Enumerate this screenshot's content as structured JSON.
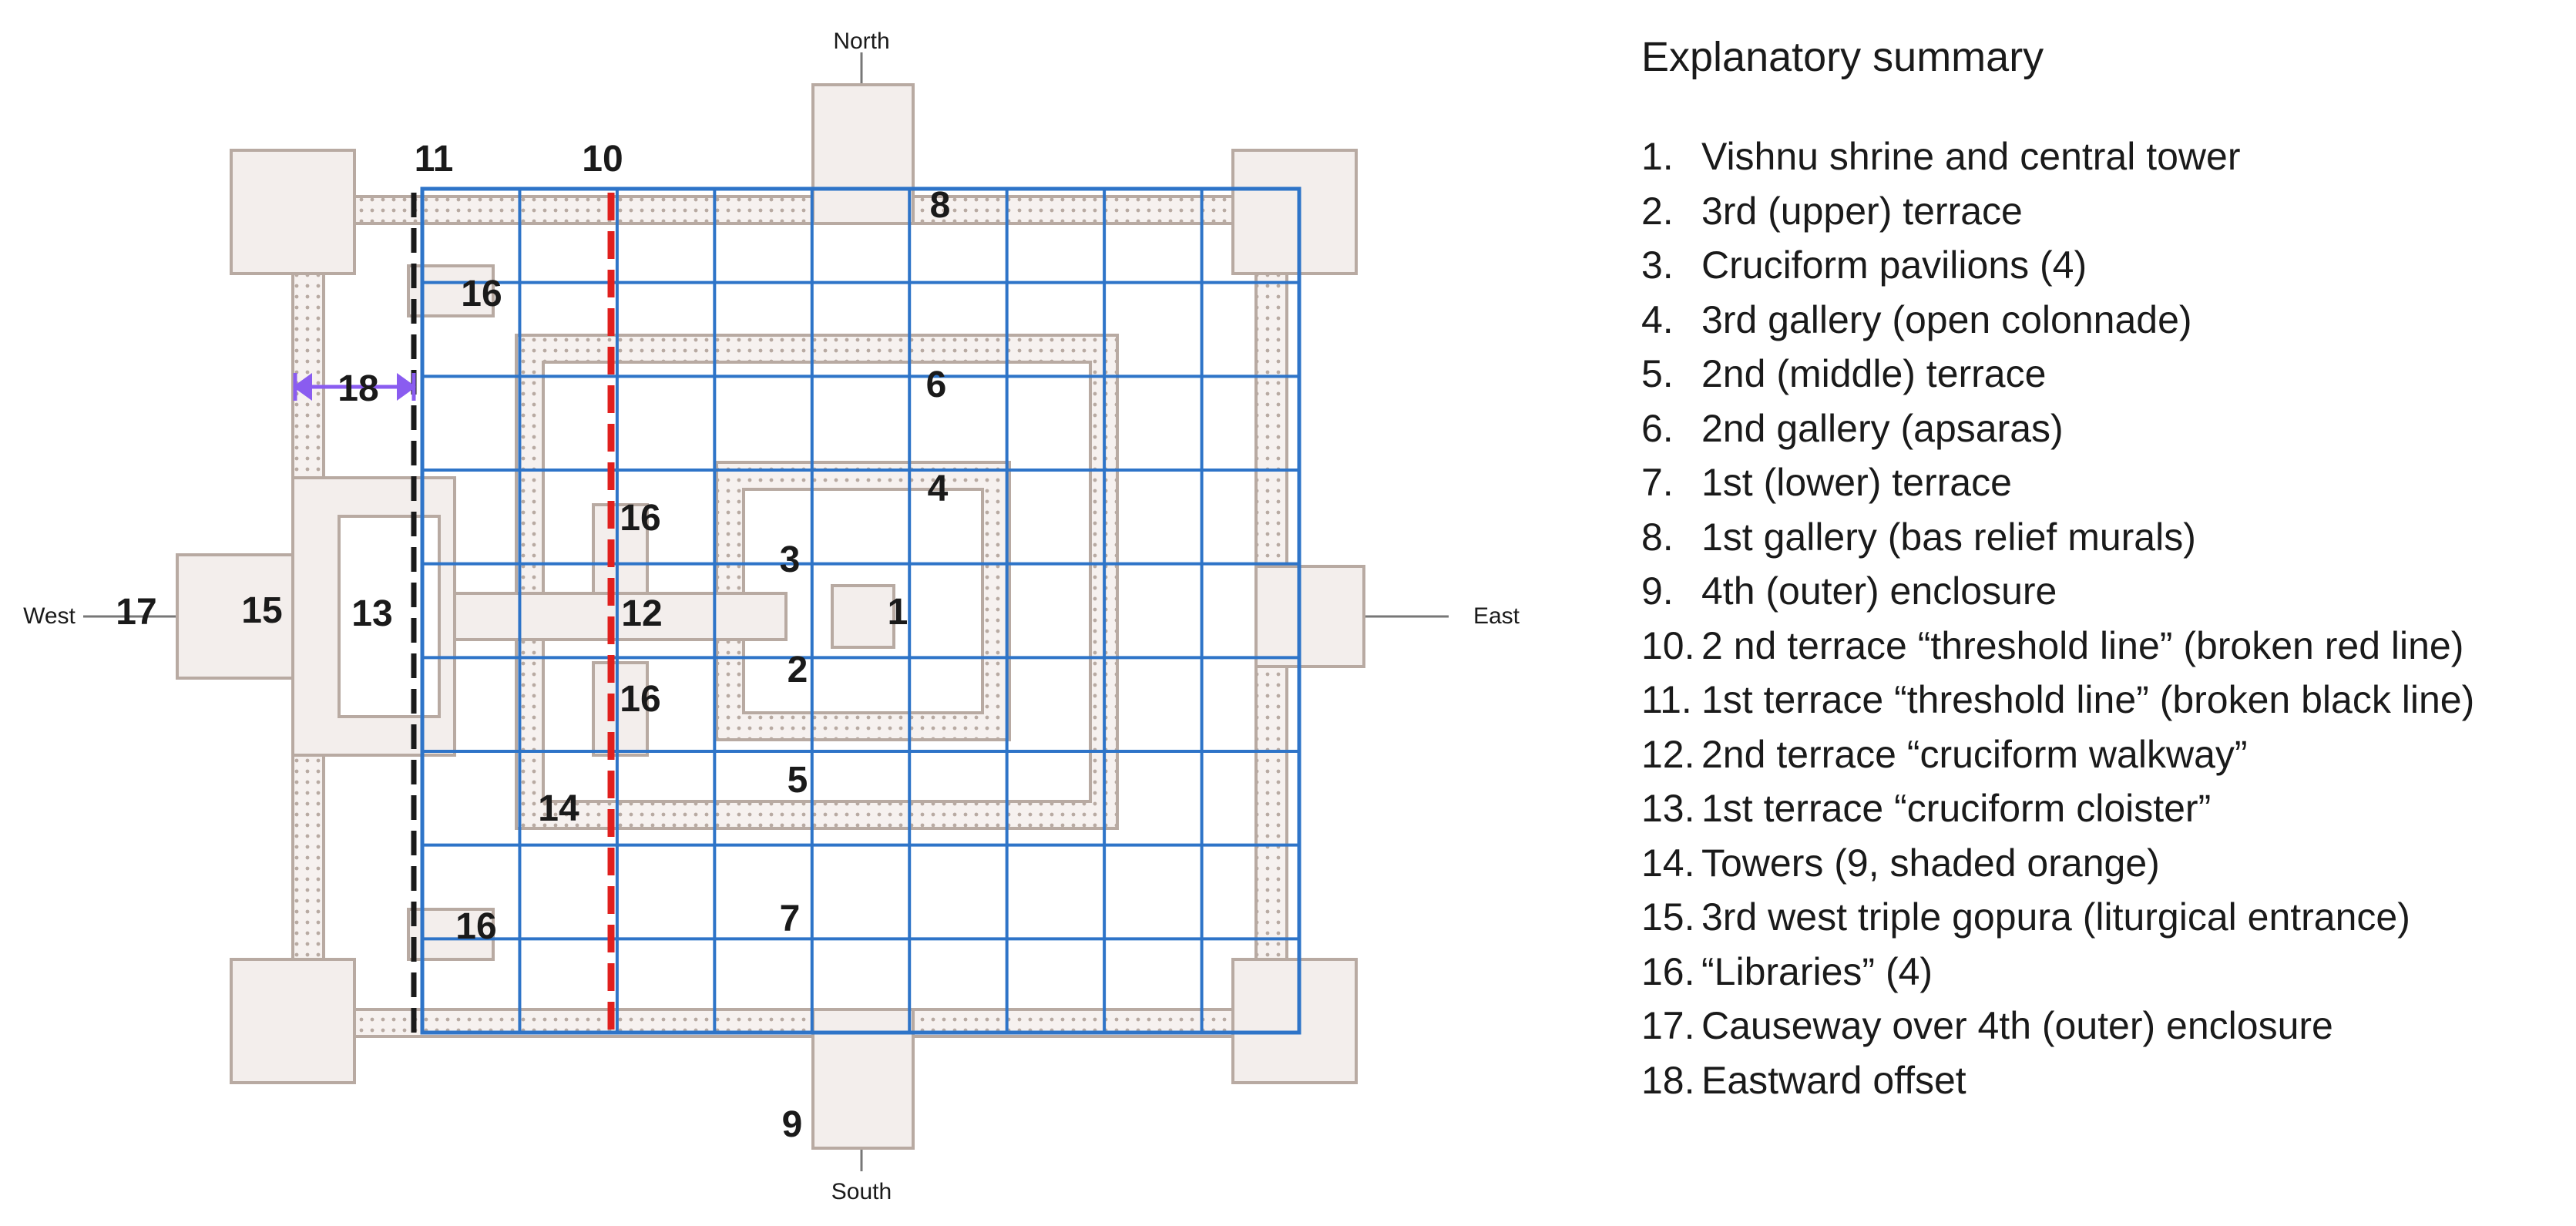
{
  "compass": {
    "north": "North",
    "south": "South",
    "east": "East",
    "west": "West"
  },
  "plan_labels": {
    "l1": "1",
    "l2": "2",
    "l3": "3",
    "l4": "4",
    "l5": "5",
    "l6": "6",
    "l7": "7",
    "l8": "8",
    "l9": "9",
    "l10": "10",
    "l11": "11",
    "l12": "12",
    "l13": "13",
    "l14": "14",
    "l15": "15",
    "l16a": "16",
    "l16b": "16",
    "l16c": "16",
    "l16d": "16",
    "l17": "17",
    "l18": "18"
  },
  "legend": {
    "title": "Explanatory summary",
    "items": [
      {
        "num": "1.",
        "text": "Vishnu shrine and central tower"
      },
      {
        "num": "2.",
        "text": "3rd (upper) terrace"
      },
      {
        "num": "3.",
        "text": "Cruciform pavilions (4)"
      },
      {
        "num": "4.",
        "text": "3rd gallery (open colonnade)"
      },
      {
        "num": "5.",
        "text": "2nd (middle) terrace"
      },
      {
        "num": "6.",
        "text": "2nd gallery (apsaras)"
      },
      {
        "num": "7.",
        "text": "1st (lower) terrace"
      },
      {
        "num": "8.",
        "text": "1st gallery (bas relief murals)"
      },
      {
        "num": "9.",
        "text": "4th (outer) enclosure"
      },
      {
        "num": "10.",
        "text": "2 nd terrace “threshold line” (broken red line)"
      },
      {
        "num": "11.",
        "text": "1st terrace “threshold line” (broken black line)"
      },
      {
        "num": "12.",
        "text": "2nd terrace “cruciform walkway”"
      },
      {
        "num": "13.",
        "text": "1st terrace “cruciform cloister”"
      },
      {
        "num": "14.",
        "text": "Towers (9, shaded orange)"
      },
      {
        "num": "15.",
        "text": "3rd west triple gopura (liturgical entrance)"
      },
      {
        "num": "16.",
        "text": "“Libraries” (4)"
      },
      {
        "num": "17.",
        "text": "Causeway over 4th (outer) enclosure"
      },
      {
        "num": "18.",
        "text": "Eastward offset"
      }
    ]
  },
  "colors": {
    "grid": "#2e74c8",
    "red_line": "#e0201e",
    "black_line": "#1a1a1a",
    "arrow": "#8a5cf0",
    "plan_stroke": "#b8aaa2",
    "plan_fill": "#f3eeec"
  }
}
